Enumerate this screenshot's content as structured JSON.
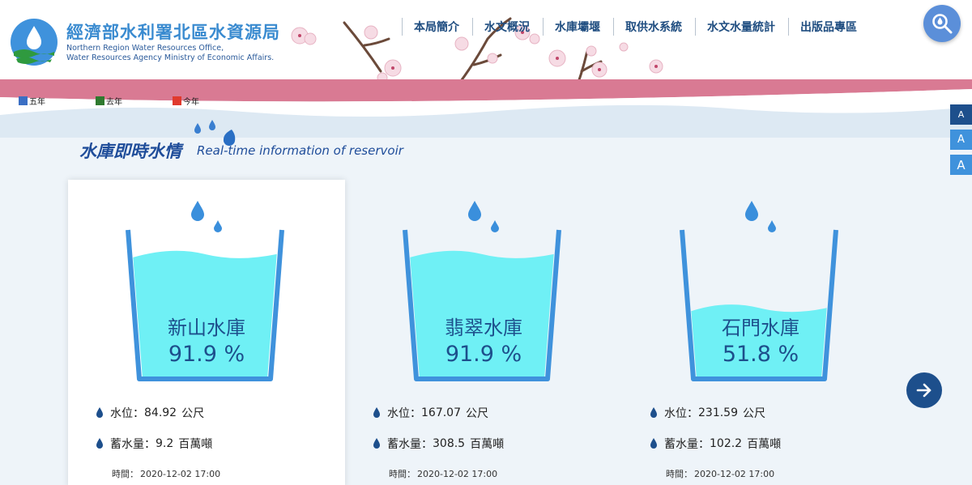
{
  "header": {
    "org_name_zh": "經濟部水利署北區水資源局",
    "org_name_en_line1": "Northern Region Water Resources Office,",
    "org_name_en_line2": "Water Resources Agency Ministry of Economic Affairs."
  },
  "nav": {
    "items": [
      "本局簡介",
      "水文概況",
      "水庫壩堰",
      "取供水系統",
      "水文水量統計",
      "出版品專區"
    ]
  },
  "legend": {
    "items": [
      {
        "label": "五年",
        "color": "#3b6fc4"
      },
      {
        "label": "去年",
        "color": "#2f7a2f"
      },
      {
        "label": "今年",
        "color": "#e03a2e"
      }
    ]
  },
  "font_controls": {
    "small": "A",
    "medium": "A",
    "large": "A"
  },
  "section": {
    "title_zh": "水庫即時水情",
    "title_en": "Real-time information of reservoir"
  },
  "reservoir_labels": {
    "level_label": "水位：",
    "storage_label": "蓄水量：",
    "time_label": "時間："
  },
  "reservoirs": [
    {
      "name": "新山水庫",
      "percent_text": "91.9 %",
      "percent": 91.9,
      "level": "84.92",
      "level_unit": "公尺",
      "storage": "9.2",
      "storage_unit": "百萬噸",
      "time": "2020-12-02 17:00"
    },
    {
      "name": "翡翠水庫",
      "percent_text": "91.9 %",
      "percent": 91.9,
      "level": "167.07",
      "level_unit": "公尺",
      "storage": "308.5",
      "storage_unit": "百萬噸",
      "time": "2020-12-02 17:00"
    },
    {
      "name": "石門水庫",
      "percent_text": "51.8 %",
      "percent": 51.8,
      "level": "231.59",
      "level_unit": "公尺",
      "storage": "102.2",
      "storage_unit": "百萬噸",
      "time": "2020-12-02 17:00"
    }
  ],
  "colors": {
    "brand_blue": "#1d4f8c",
    "accent_blue": "#3f92dc",
    "water": "#6ff0f5",
    "pink_band": "#d97a93"
  },
  "icons": {
    "search": "search-icon",
    "next": "arrow-right-icon",
    "drop": "water-drop-icon"
  }
}
